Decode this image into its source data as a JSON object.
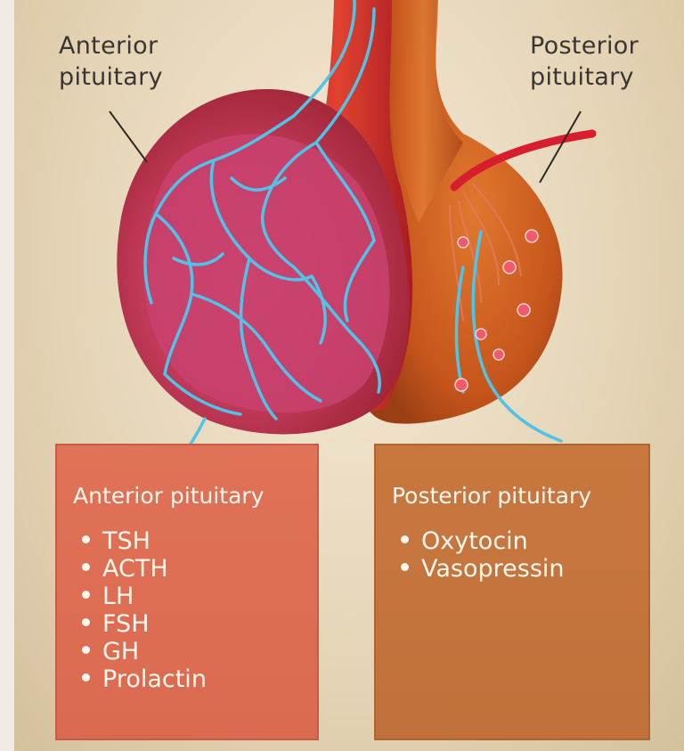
{
  "labels": {
    "anterior_callout": [
      "Anterior",
      "pituitary"
    ],
    "posterior_callout": [
      "Posterior",
      "pituitary"
    ]
  },
  "panels": {
    "anterior": {
      "title": "Anterior pituitary",
      "hormones": [
        "TSH",
        "ACTH",
        "LH",
        "FSH",
        "GH",
        "Prolactin"
      ],
      "color": "#dc6d52"
    },
    "posterior": {
      "title": "Posterior pituitary",
      "hormones": [
        "Oxytocin",
        "Vasopressin"
      ],
      "color": "#c4743c"
    }
  },
  "colors": {
    "background": "#e9dcc2",
    "vessel": "#4fc3e8",
    "anterior_lobe": "#c23a4a",
    "posterior_lobe": "#c0561f",
    "hormone_dot": "#f05a6a"
  }
}
